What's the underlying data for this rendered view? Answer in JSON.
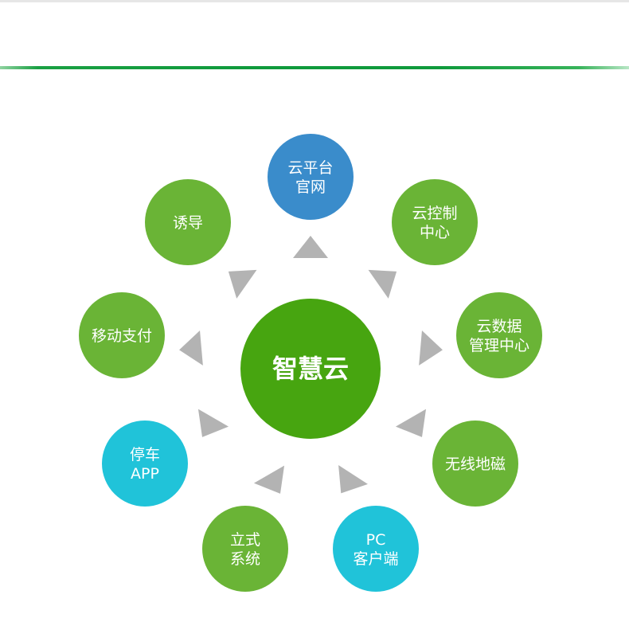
{
  "center": {
    "label": "智慧云",
    "color": "#47a510"
  },
  "nodes": [
    {
      "id": "cloud-platform-website",
      "lines": [
        "云平台",
        "官网"
      ],
      "color": "#3a8ccb"
    },
    {
      "id": "cloud-control-center",
      "lines": [
        "云控制",
        "中心"
      ],
      "color": "#6ab436"
    },
    {
      "id": "cloud-data-management-center",
      "lines": [
        "云数据",
        "管理中心"
      ],
      "color": "#6ab436"
    },
    {
      "id": "wireless-geomagnetic",
      "lines": [
        "无线地磁"
      ],
      "color": "#6ab436"
    },
    {
      "id": "pc-client",
      "lines": [
        "PC",
        "客户端"
      ],
      "color": "#20c3d9"
    },
    {
      "id": "vertical-system",
      "lines": [
        "立式",
        "系统"
      ],
      "color": "#6ab436"
    },
    {
      "id": "parking-app",
      "lines": [
        "停车",
        "APP"
      ],
      "color": "#20c3d9"
    },
    {
      "id": "mobile-payment",
      "lines": [
        "移动支付"
      ],
      "color": "#6ab436"
    },
    {
      "id": "guidance",
      "lines": [
        "诱导"
      ],
      "color": "#6ab436"
    }
  ],
  "arrow_color": "#b3b3b3",
  "header_line_color": "#0f9a3c"
}
